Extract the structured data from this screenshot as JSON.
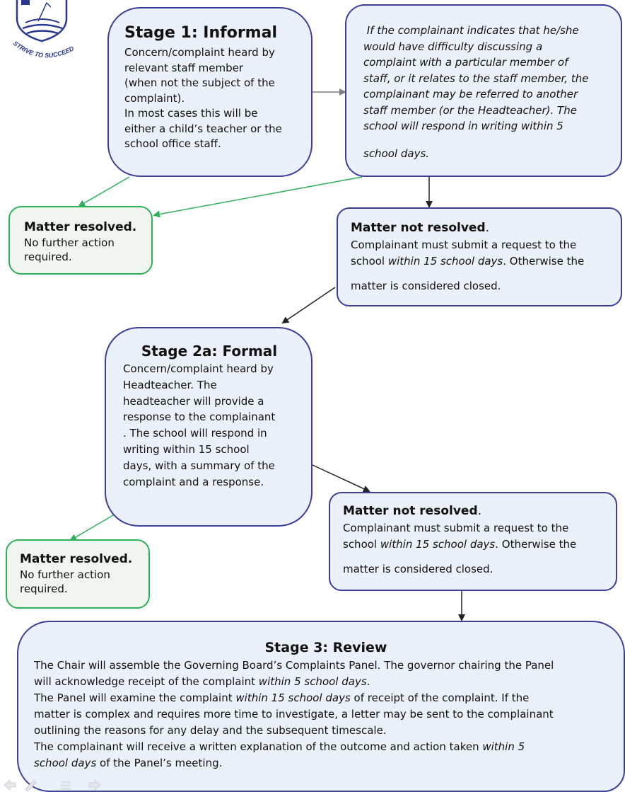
{
  "logo": {
    "motto": "STRIVE TO SUCCEED",
    "icon": "school-crest-icon"
  },
  "stage1": {
    "title": "Stage 1: Informal",
    "lines": [
      "Concern/complaint heard by",
      "relevant  staff member",
      "(when not the subject of the",
      "complaint).",
      "In most cases this will be",
      "either a child’s teacher or the",
      "school office staff."
    ]
  },
  "note": {
    "lines": [
      " If the complainant indicates that he/she",
      "would have difficulty discussing a",
      "complaint with a particular member of",
      "staff, or it relates to the staff member, the",
      "complainant may be referred to another",
      "staff member (or the Headteacher). The",
      "school will respond in writing within 5",
      "school days."
    ]
  },
  "resolved_1": {
    "title": "Matter resolved.",
    "lines": [
      "No further action",
      "required."
    ]
  },
  "not_resolved_1": {
    "title": "Matter not resolved",
    "title_end": ".",
    "line1": "Complainant must submit a request to the",
    "line2_pre": "school ",
    "line2_italic": "within 15 school days",
    "line2_post": ". Otherwise the",
    "line3": "matter is considered closed."
  },
  "stage2a": {
    "title": "Stage 2a: Formal",
    "lines": [
      "Concern/complaint heard by",
      "Headteacher. The",
      "headteacher will provide a",
      "response to the complainant",
      ". The school will respond in",
      "writing within 15  school",
      "days, with a summary of the",
      "complaint and a response."
    ]
  },
  "resolved_2": {
    "title": "Matter resolved.",
    "lines": [
      "No further action",
      "required."
    ]
  },
  "not_resolved_2": {
    "title": "Matter not resolved",
    "title_end": ".",
    "line1": "Complainant must submit a request to the",
    "line2_pre": "school ",
    "line2_italic": "within 15 school days",
    "line2_post": ". Otherwise the",
    "line3": "matter is considered closed."
  },
  "stage3": {
    "title": "Stage 3: Review",
    "l1": "The Chair will assemble the Governing Board’s Complaints Panel. The governor chairing the Panel",
    "l2_pre": "will acknowledge receipt of the complaint ",
    "l2_italic": "within 5 school days",
    "l2_post": ".",
    "l3_pre": "The Panel will examine the complaint ",
    "l3_italic": "within 15 school days",
    "l3_post": " of receipt of the complaint. If the",
    "l4": "matter is complex and requires more time to investigate, a letter may be sent to the complainant",
    "l5": "outlining the reasons for any delay and the subsequent timescale.",
    "l6_pre": "The complainant will receive a written explanation of the outcome and action taken ",
    "l6_italic": "within 5",
    "l7_italic": "school days",
    "l7_post": " of the Panel’s meeting."
  },
  "slide_nav": {
    "icons": [
      "previous-slide-icon",
      "pen-icon",
      "menu-icon",
      "next-slide-icon"
    ]
  },
  "colors": {
    "box_fill": "#eaf1fa",
    "blue_border": "#3b3f9a",
    "green_border": "#2fb05a",
    "arrow_dark": "#222222",
    "arrow_gray": "#7f7f7f",
    "arrow_green": "#2fb05a"
  }
}
